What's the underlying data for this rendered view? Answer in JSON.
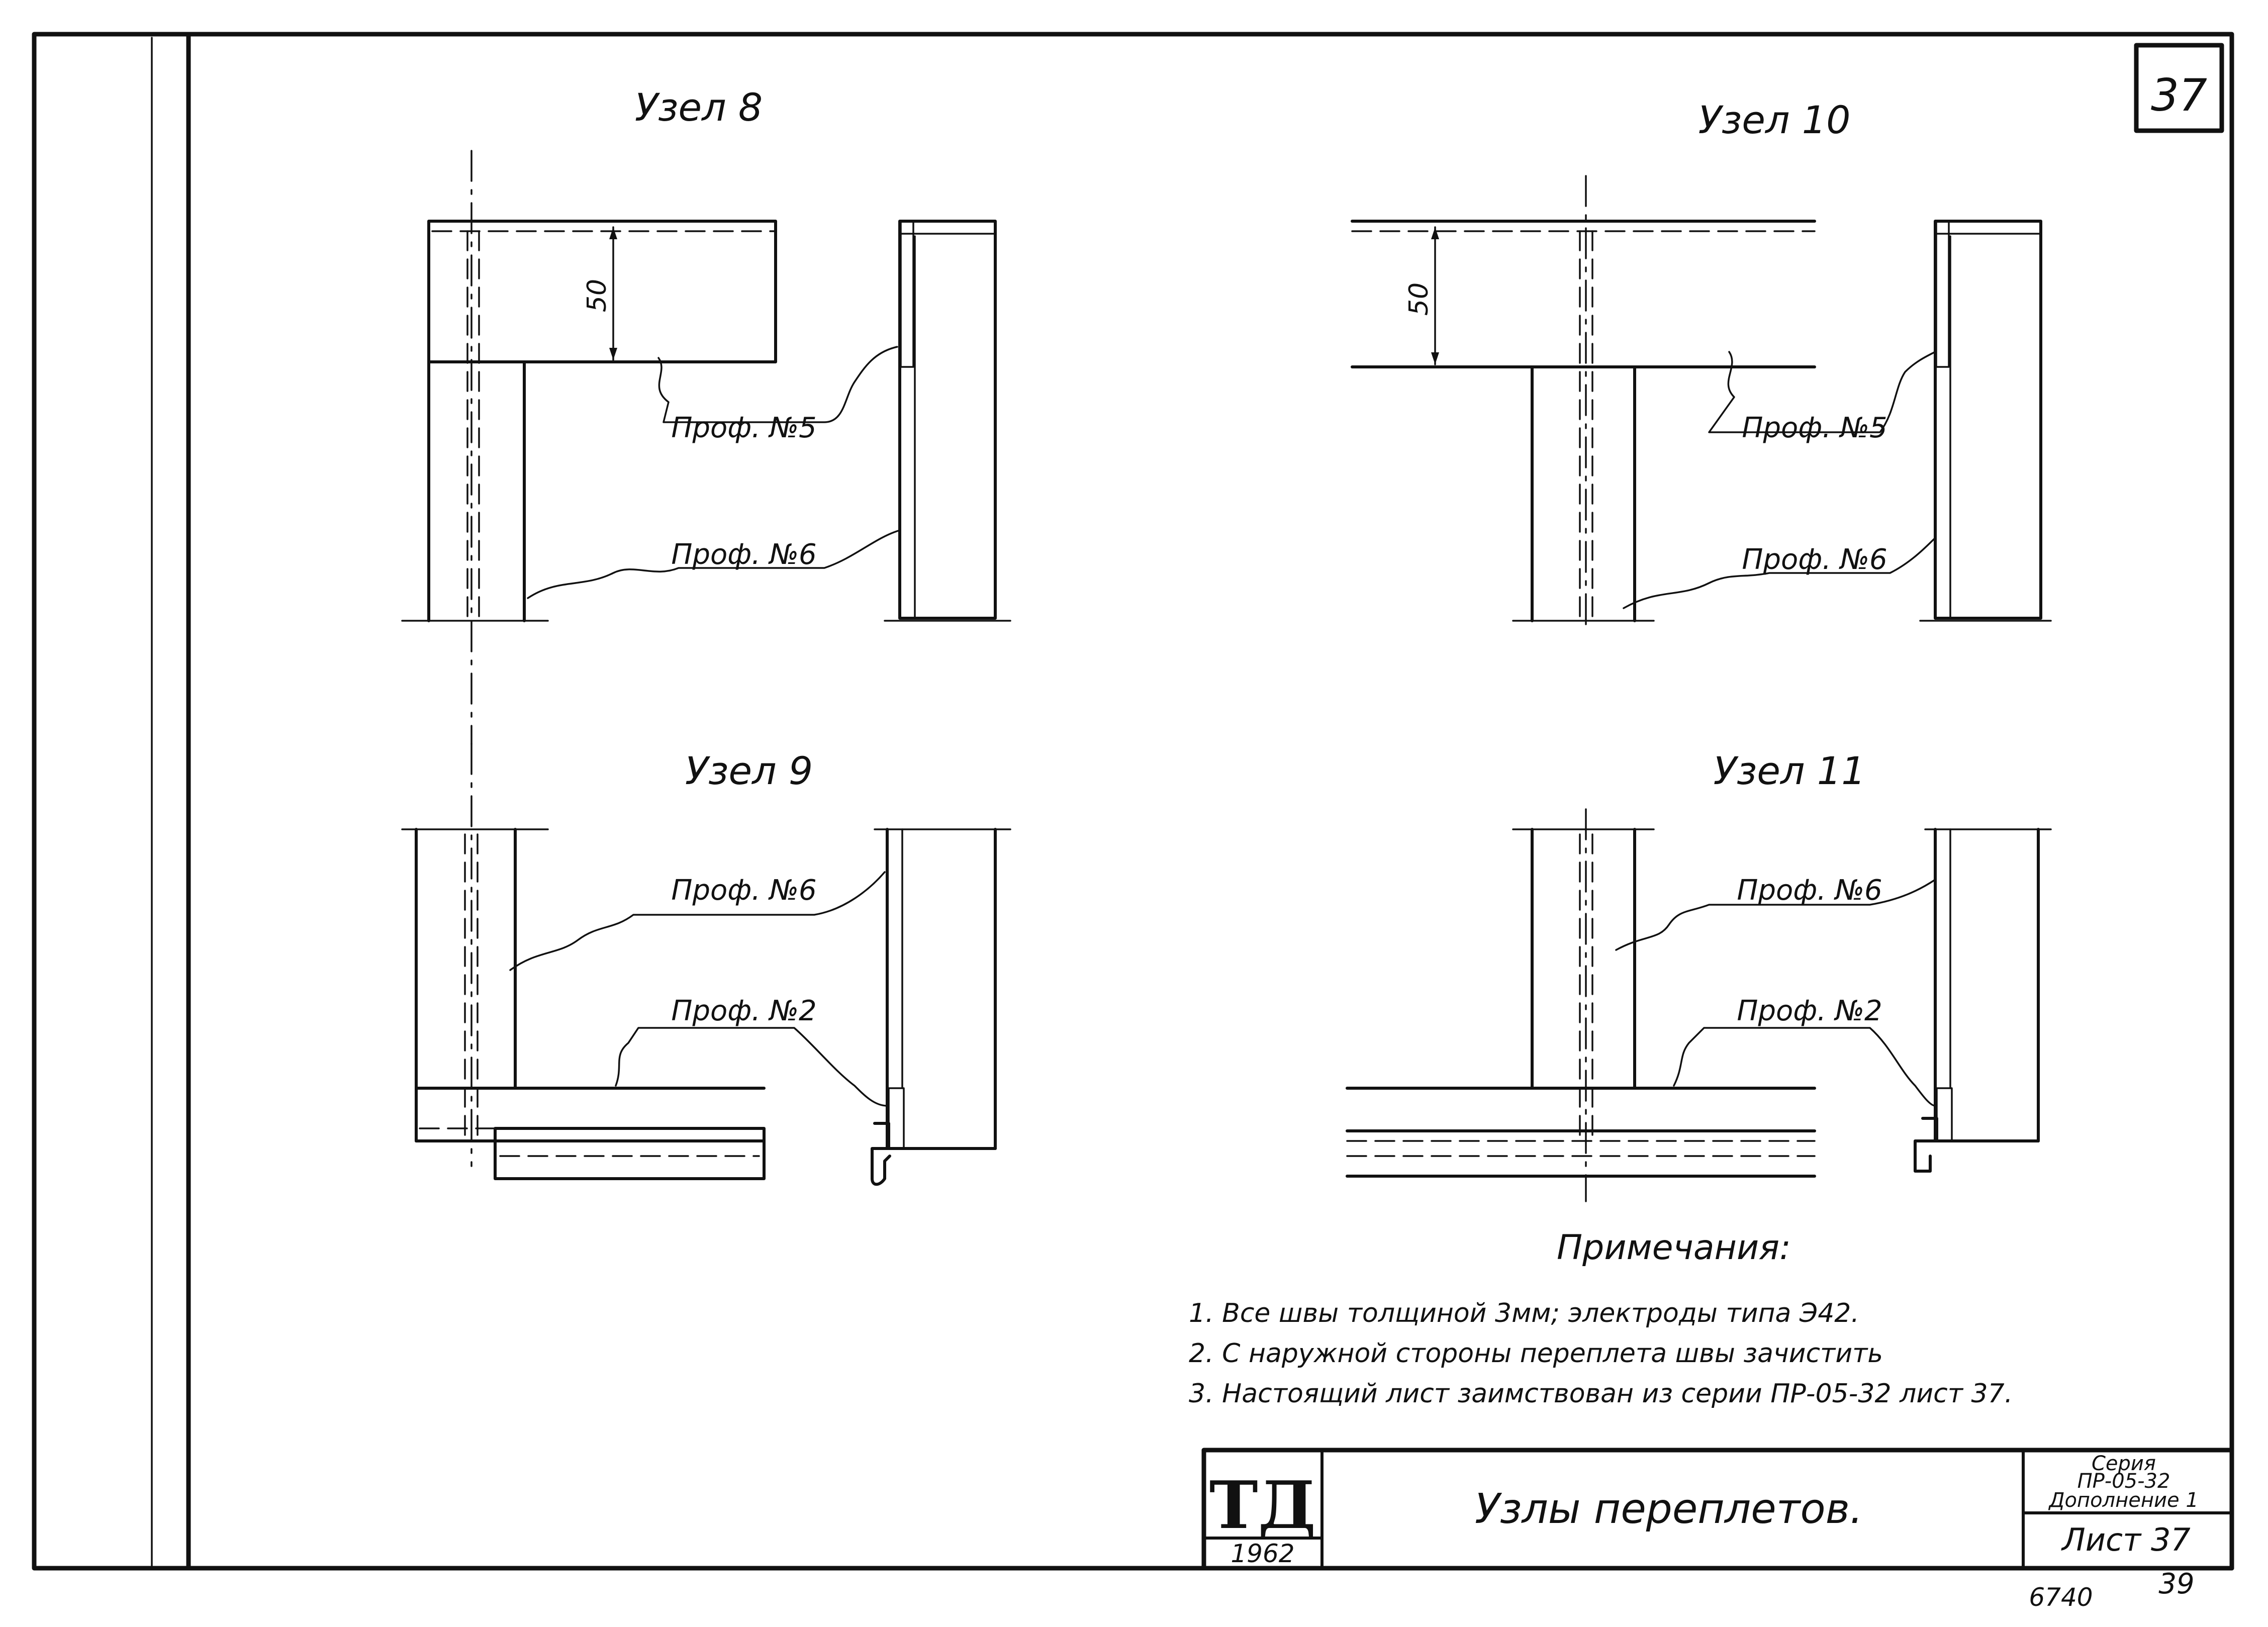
{
  "sheet": {
    "sheet_number": "37",
    "bottom_code": "6740",
    "bottom_number": "39"
  },
  "nodes": [
    {
      "title": "Узел 8",
      "labels": [
        "Проф. №5",
        "Проф. №6"
      ],
      "dimension": "50"
    },
    {
      "title": "Узел 10",
      "labels": [
        "Проф. №5",
        "Проф. №6"
      ],
      "dimension": "50"
    },
    {
      "title": "Узел 9",
      "labels": [
        "Проф. №6",
        "Проф. №2"
      ]
    },
    {
      "title": "Узел 11",
      "labels": [
        "Проф. №6",
        "Проф. №2"
      ]
    }
  ],
  "notes": {
    "heading": "Примечания:",
    "items": [
      "1. Все швы толщиной 3мм; электроды типа Э42.",
      "2. С наружной стороны переплета швы зачистить",
      "3. Настоящий лист заимствован из серии ПР-05-32 лист 37."
    ]
  },
  "title_block": {
    "logo": "ТД",
    "year": "1962",
    "title": "Узлы переплетов.",
    "series_label": "Серия",
    "series_code": "ПР-05-32",
    "supplement": "Дополнение 1",
    "sheet_label": "Лист 37"
  }
}
